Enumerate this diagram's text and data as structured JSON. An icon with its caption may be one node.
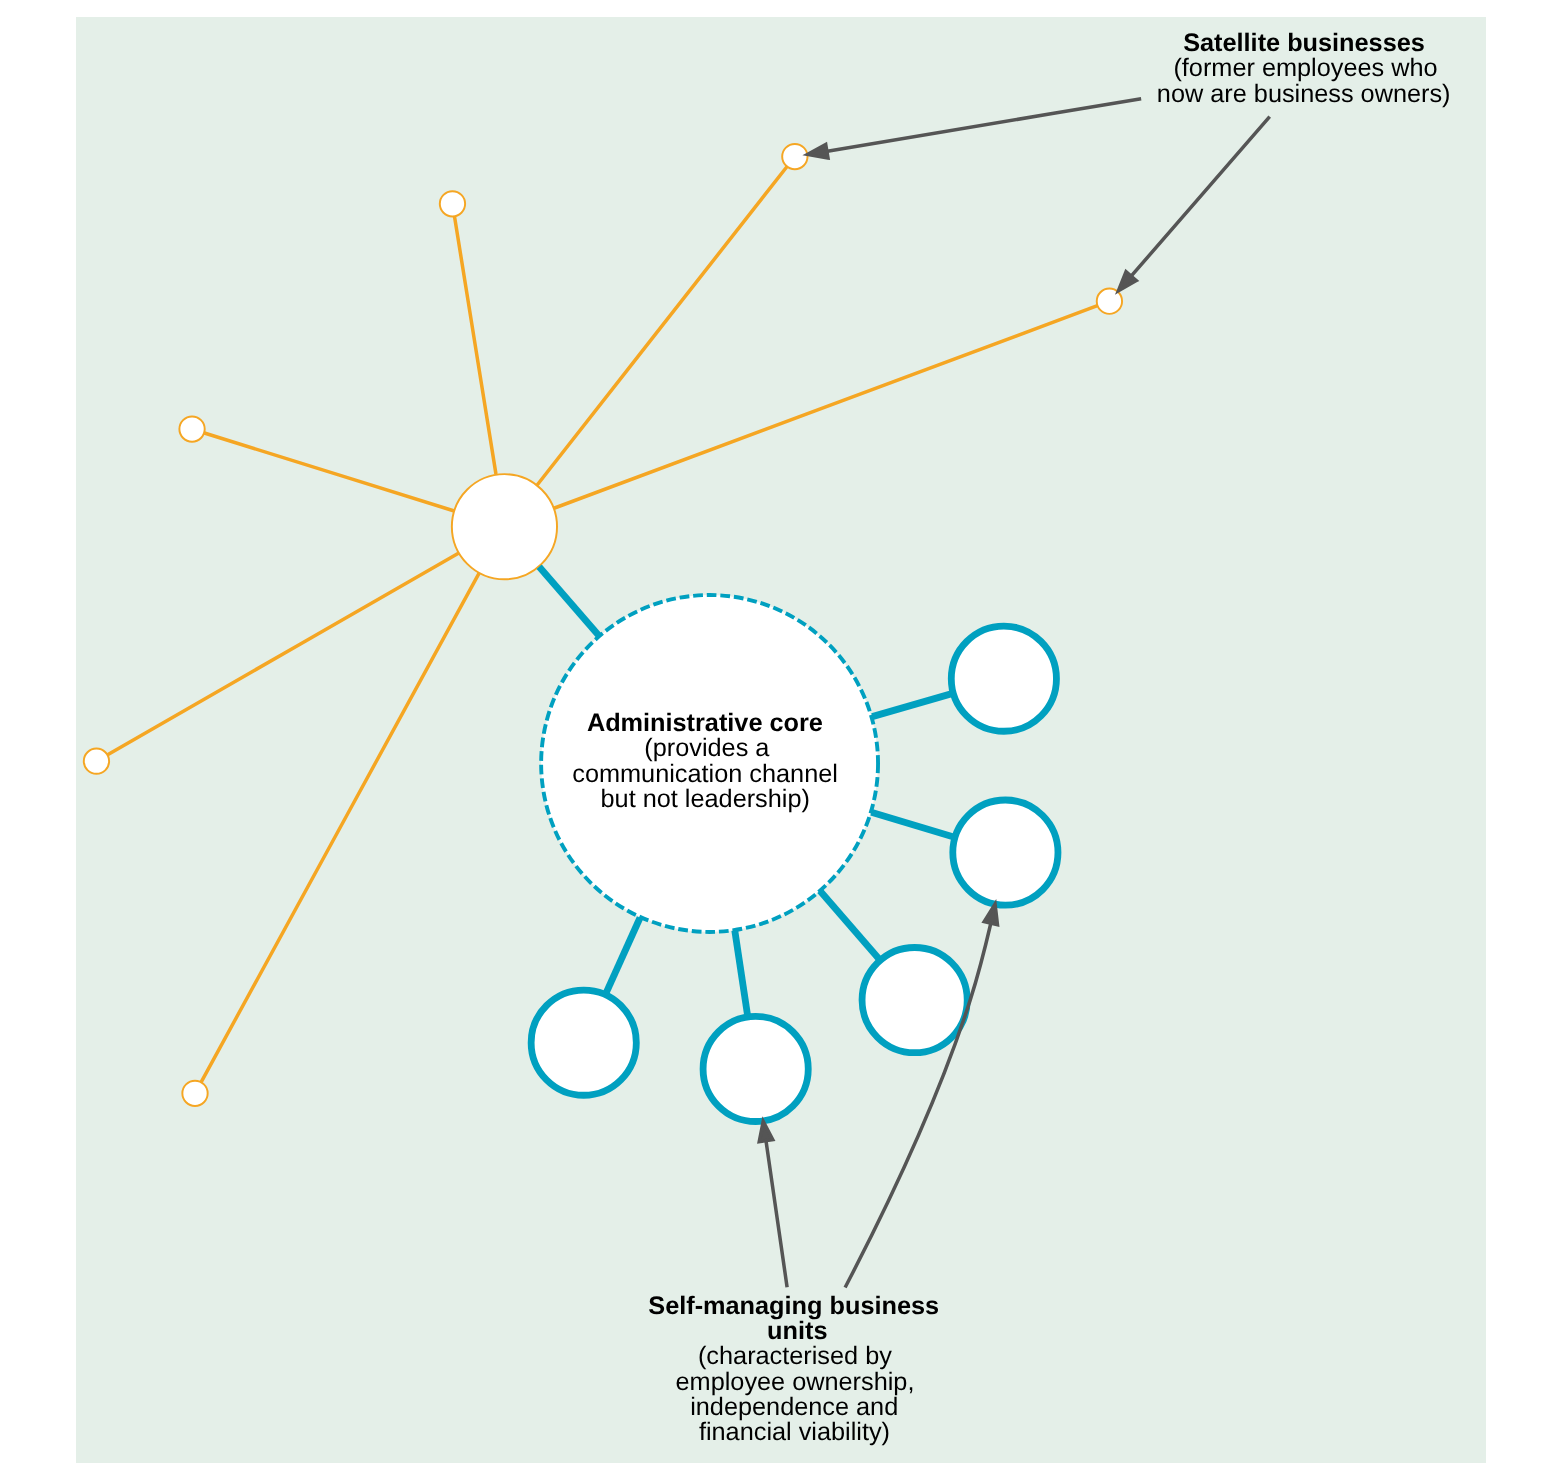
{
  "diagram": {
    "nodes": [
      {
        "text": [],
        "shape": "circle"
      },
      {
        "text": [
          "Satellite businesses",
          "(former employees who now are business owners)"
        ]
      },
      {
        "text": [],
        "shape": "circle"
      },
      {
        "text": [],
        "shape": "circle"
      },
      {
        "text": [],
        "shape": "circle"
      },
      {
        "text": [],
        "shape": "circle"
      },
      {
        "text": [],
        "shape": "circle"
      },
      {
        "text": [],
        "shape": "circle"
      },
      {
        "text": [],
        "shape": "circle"
      },
      {
        "text": [
          "Administrative core",
          "(provides a communication channel but not leadership)"
        ]
      },
      {
        "text": [],
        "shape": "circle"
      },
      {
        "text": [],
        "shape": "circle"
      },
      {
        "text": [],
        "shape": "circle"
      },
      {
        "text": [],
        "shape": "circle"
      },
      {
        "text": [
          "Self-managing business units",
          "(characterised by employee ownership, independence and financial viability)"
        ]
      }
    ],
    "edges": [
      {
        "from": 9,
        "to": 0,
        "arrow": "none",
        "style": "thick",
        "color": "#00a0c0"
      },
      {
        "from": 9,
        "to": 8,
        "arrow": "none",
        "style": "thick",
        "color": "#00a0c0"
      },
      {
        "from": 9,
        "to": 5,
        "arrow": "none",
        "style": "thick",
        "color": "#00a0c0"
      },
      {
        "from": 9,
        "to": 11,
        "arrow": "none",
        "style": "thick",
        "color": "#00a0c0"
      },
      {
        "from": 9,
        "to": 12,
        "arrow": "none",
        "style": "thick",
        "color": "#00a0c0"
      },
      {
        "from": 9,
        "to": 13,
        "arrow": "none",
        "style": "thick",
        "color": "#00a0c0"
      },
      {
        "from": 5,
        "to": 2,
        "arrow": "none",
        "color": "#f5a623"
      },
      {
        "from": 5,
        "to": 3,
        "arrow": "none",
        "color": "#f5a623"
      },
      {
        "from": 5,
        "to": 4,
        "arrow": "none",
        "color": "#f5a623"
      },
      {
        "from": 5,
        "to": 6,
        "arrow": "none",
        "color": "#f5a623"
      },
      {
        "from": 5,
        "to": 7,
        "arrow": "none",
        "color": "#f5a623"
      },
      {
        "from": 5,
        "to": 10,
        "arrow": "none",
        "color": "#f5a623"
      },
      {
        "from": 1,
        "to": 3,
        "arrow": "to",
        "color": "#555555"
      },
      {
        "from": 1,
        "to": 2,
        "arrow": "to",
        "color": "#555555"
      },
      {
        "from": 14,
        "to": 11,
        "arrow": "to",
        "color": "#555555"
      },
      {
        "from": 14,
        "to": 13,
        "arrow": "to",
        "color": "#555555"
      }
    ]
  }
}
